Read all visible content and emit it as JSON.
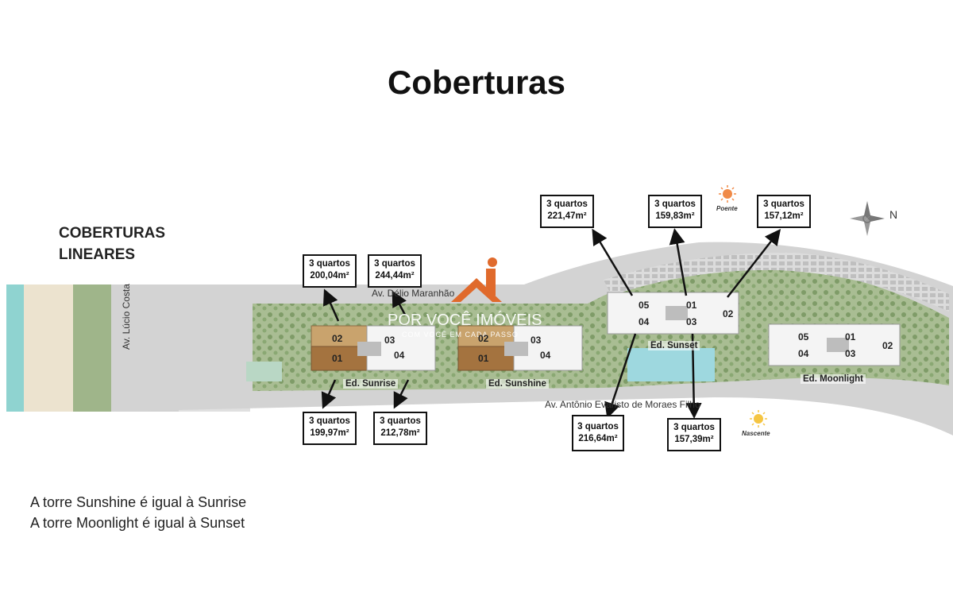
{
  "title": "Coberturas",
  "subtitle": [
    "COBERTURAS",
    "LINEARES"
  ],
  "notes": [
    "A torre Sunshine é igual à Sunrise",
    "A torre Moonlight é igual à Sunset"
  ],
  "streets": {
    "top": "Av. Délio Maranhão",
    "bottom": "Av. Antônio Evaristo de Moraes Filho",
    "side": "Av. Lúcio Costa"
  },
  "buildings": {
    "sunrise": "Ed. Sunrise",
    "sunshine": "Ed. Sunshine",
    "sunset": "Ed. Sunset",
    "moonlight": "Ed. Moonlight"
  },
  "units": {
    "sunrise": [
      "02",
      "01",
      "03",
      "04"
    ],
    "sunshine": [
      "02",
      "01",
      "03",
      "04"
    ],
    "sunset": [
      "05",
      "04",
      "01",
      "03",
      "02"
    ],
    "moonlight": [
      "05",
      "04",
      "01",
      "03",
      "02"
    ]
  },
  "callouts": [
    {
      "rooms": "3 quartos",
      "area": "200,04m²"
    },
    {
      "rooms": "3 quartos",
      "area": "244,44m²"
    },
    {
      "rooms": "3 quartos",
      "area": "199,97m²"
    },
    {
      "rooms": "3 quartos",
      "area": "212,78m²"
    },
    {
      "rooms": "3 quartos",
      "area": "221,47m²"
    },
    {
      "rooms": "3 quartos",
      "area": "159,83m²"
    },
    {
      "rooms": "3 quartos",
      "area": "157,12m²"
    },
    {
      "rooms": "3 quartos",
      "area": "216,64m²"
    },
    {
      "rooms": "3 quartos",
      "area": "157,39m²"
    }
  ],
  "compass": {
    "poente": "Poente",
    "nascente": "Nascente",
    "north": "N"
  },
  "watermark": {
    "name": "POR VOCÊ IMÓVEIS",
    "tagline": "COM VOCÊ EM CADA PASSO"
  },
  "colors": {
    "beach": "#ece3cf",
    "sea": "#8fd3d0",
    "road": "#cfcfcf",
    "green": "#9fb58a",
    "highlight_light": "#c9a36d",
    "highlight_dark": "#a4733f",
    "logo": "#e06a2c"
  }
}
